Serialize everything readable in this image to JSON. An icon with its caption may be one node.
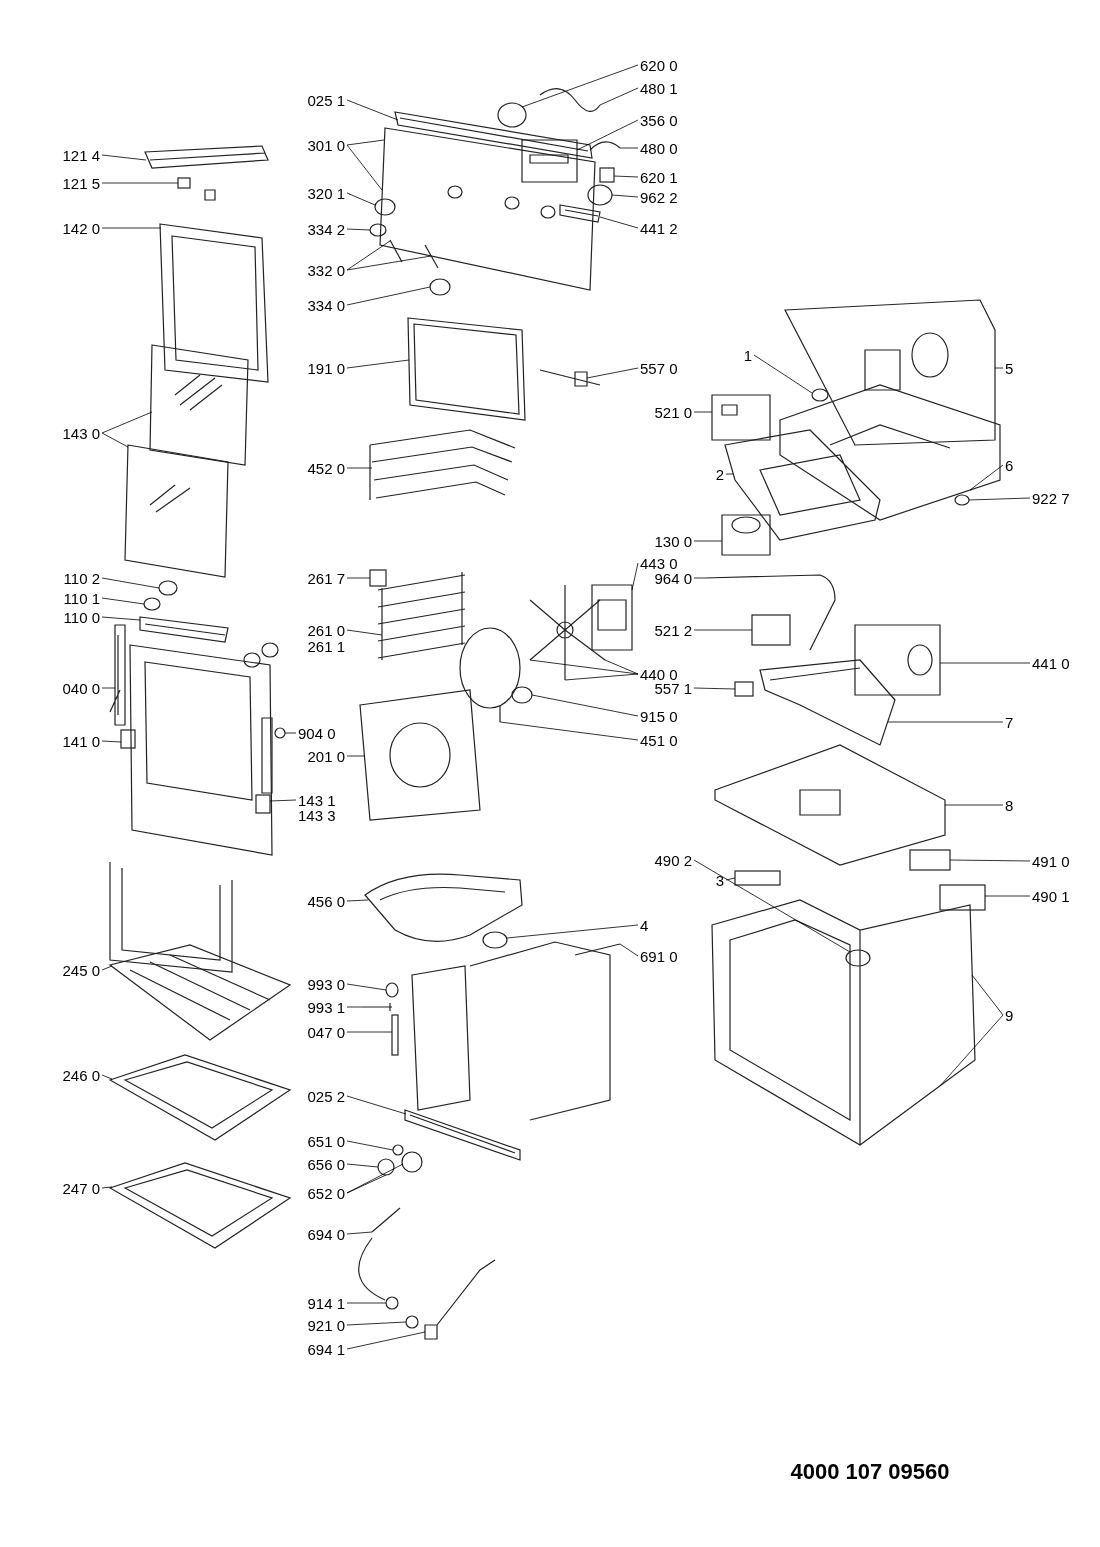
{
  "diagram": {
    "nodes": [
      {
        "text": [
          "121 4"
        ]
      },
      {
        "text": [
          "121 5"
        ]
      },
      {
        "text": [
          "142 0"
        ]
      },
      {
        "text": [
          "143 0"
        ]
      },
      {
        "text": [
          "110 2"
        ]
      },
      {
        "text": [
          "110 1"
        ]
      },
      {
        "text": [
          "110 0"
        ]
      },
      {
        "text": [
          "040 0"
        ]
      },
      {
        "text": [
          "141 0"
        ]
      },
      {
        "text": [
          "245 0"
        ]
      },
      {
        "text": [
          "246 0"
        ]
      },
      {
        "text": [
          "247 0"
        ]
      },
      {
        "text": [
          "025 1"
        ]
      },
      {
        "text": [
          "301 0"
        ]
      },
      {
        "text": [
          "320 1"
        ]
      },
      {
        "text": [
          "334 2"
        ]
      },
      {
        "text": [
          "332 0"
        ]
      },
      {
        "text": [
          "334 0"
        ]
      },
      {
        "text": [
          "191 0"
        ]
      },
      {
        "text": [
          "452 0"
        ]
      },
      {
        "text": [
          "261 7"
        ]
      },
      {
        "text": [
          "261 0"
        ]
      },
      {
        "text": [
          "904 0"
        ]
      },
      {
        "text": [
          "201 0"
        ]
      },
      {
        "text": [
          "143 1"
        ]
      },
      {
        "text": [
          "456 0"
        ]
      },
      {
        "text": [
          "993 0"
        ]
      },
      {
        "text": [
          "993 1"
        ]
      },
      {
        "text": [
          "047 0"
        ]
      },
      {
        "text": [
          "025 2"
        ]
      },
      {
        "text": [
          "651 0"
        ]
      },
      {
        "text": [
          "656 0"
        ]
      },
      {
        "text": [
          "652 0"
        ]
      },
      {
        "text": [
          "694 0"
        ]
      },
      {
        "text": [
          "914 1"
        ]
      },
      {
        "text": [
          "921 0"
        ]
      },
      {
        "text": [
          "694 1"
        ]
      },
      {
        "text": [
          "620 0"
        ]
      },
      {
        "text": [
          "480 1"
        ]
      },
      {
        "text": [
          "356 0"
        ]
      },
      {
        "text": [
          "480 0"
        ]
      },
      {
        "text": [
          "620 1"
        ]
      },
      {
        "text": [
          "962 2"
        ]
      },
      {
        "text": [
          "441 2"
        ]
      },
      {
        "text": [
          "557 0"
        ]
      },
      {
        "text": [
          "443 0"
        ]
      },
      {
        "text": [
          "440 0"
        ]
      },
      {
        "text": [
          "915 0"
        ]
      },
      {
        "text": [
          "451 0"
        ]
      },
      {
        "text": [
          "4"
        ]
      },
      {
        "text": [
          "691 0"
        ]
      },
      {
        "text": [
          "1"
        ]
      },
      {
        "text": [
          "521 0"
        ]
      },
      {
        "text": [
          "2"
        ]
      },
      {
        "text": [
          "130 0"
        ]
      },
      {
        "text": [
          "964 0"
        ]
      },
      {
        "text": [
          "521 2"
        ]
      },
      {
        "text": [
          "557 1"
        ]
      },
      {
        "text": [
          "490 2"
        ]
      },
      {
        "text": [
          "3"
        ]
      },
      {
        "text": [
          "5"
        ]
      },
      {
        "text": [
          "6"
        ]
      },
      {
        "text": [
          "922 7"
        ]
      },
      {
        "text": [
          "441 0"
        ]
      },
      {
        "text": [
          "7"
        ]
      },
      {
        "text": [
          "8"
        ]
      },
      {
        "text": [
          "491 0"
        ]
      },
      {
        "text": [
          "490 1"
        ]
      },
      {
        "text": [
          "9"
        ]
      },
      {
        "text": [],
        "shape": "picture"
      },
      {
        "text": [],
        "shape": "box"
      },
      {
        "text": [],
        "shape": "picture"
      },
      {
        "text": [],
        "shape": "picture"
      },
      {
        "text": [],
        "shape": "picture"
      },
      {
        "text": [],
        "shape": "circle"
      },
      {
        "text": [],
        "shape": "circle"
      },
      {
        "text": [],
        "shape": "picture"
      },
      {
        "text": [],
        "shape": "picture"
      },
      {
        "text": [],
        "shape": "box"
      },
      {
        "text": [],
        "shape": "picture"
      },
      {
        "text": [],
        "shape": "picture"
      },
      {
        "text": [],
        "shape": "picture"
      },
      {
        "text": [],
        "shape": "picture"
      },
      {
        "text": [],
        "shape": "picture"
      },
      {
        "text": [],
        "shape": "circle"
      },
      {
        "text": [],
        "shape": "circle"
      },
      {
        "text": [],
        "shape": "picture",
        "in": 83
      },
      {
        "text": [],
        "shape": "picture",
        "in": 83
      },
      {
        "text": [],
        "shape": "circle"
      },
      {
        "text": [],
        "shape": "picture"
      },
      {
        "text": [],
        "shape": "picture"
      },
      {
        "text": [],
        "shape": "box"
      },
      {
        "text": [],
        "shape": "picture"
      },
      {
        "text": [],
        "shape": "circle"
      },
      {
        "text": [],
        "shape": "picture"
      },
      {
        "text": [],
        "shape": "box"
      },
      {
        "text": [],
        "shape": "picture"
      },
      {
        "text": [],
        "shape": "circle"
      },
      {
        "text": [],
        "shape": "picture"
      },
      {
        "text": [],
        "shape": "box"
      },
      {
        "text": [],
        "shape": "picture"
      },
      {
        "text": [],
        "shape": "circle"
      },
      {
        "text": [],
        "shape": "circle"
      },
      {
        "text": [],
        "shape": "circle"
      },
      {
        "text": [],
        "shape": "picture"
      },
      {
        "text": [],
        "shape": "circle"
      },
      {
        "text": [],
        "shape": "circle"
      },
      {
        "text": [],
        "shape": "picture"
      },
      {
        "text": [],
        "shape": "circle"
      },
      {
        "text": [],
        "shape": "picture"
      },
      {
        "text": [],
        "shape": "picture",
        "in": 83
      },
      {
        "text": [],
        "shape": "picture"
      },
      {
        "text": [],
        "shape": "box"
      },
      {
        "text": [],
        "shape": "circle"
      },
      {
        "text": [],
        "shape": "picture"
      },
      {
        "text": [],
        "shape": "picture"
      },
      {
        "text": [],
        "shape": "picture"
      },
      {
        "text": [],
        "shape": "picture"
      },
      {
        "text": [],
        "shape": "circle"
      },
      {
        "text": [],
        "shape": "picture"
      },
      {
        "text": [],
        "shape": "circle"
      },
      {
        "text": [],
        "shape": "picture"
      },
      {
        "text": [],
        "shape": "circle"
      },
      {
        "text": [],
        "shape": "picture"
      },
      {
        "text": [],
        "shape": "picture"
      },
      {
        "text": [],
        "shape": "picture"
      },
      {
        "text": [],
        "shape": "picture"
      },
      {
        "text": [],
        "shape": "box",
        "in": 126
      },
      {
        "text": [],
        "shape": "box"
      },
      {
        "text": [],
        "shape": "circle",
        "in": 139
      },
      {
        "text": [],
        "shape": "box"
      },
      {
        "text": [],
        "shape": "picture"
      },
      {
        "text": [],
        "shape": "picture"
      },
      {
        "text": [],
        "shape": "circle",
        "in": 132
      },
      {
        "text": [],
        "shape": "picture"
      },
      {
        "text": [],
        "shape": "picture"
      },
      {
        "text": [],
        "shape": "picture"
      },
      {
        "text": [],
        "shape": "box"
      },
      {
        "text": [],
        "shape": "box"
      },
      {
        "text": [],
        "shape": "picture"
      }
    ],
    "edges": [
      {
        "from": 0,
        "to": 69,
        "arrow": "none"
      },
      {
        "from": 1,
        "to": 70,
        "arrow": "none"
      },
      {
        "from": 2,
        "to": 71,
        "arrow": "none"
      },
      {
        "from": 3,
        "to": 72,
        "arrow": "none"
      },
      {
        "from": 3,
        "to": 73,
        "arrow": "none"
      },
      {
        "from": 4,
        "to": 74,
        "arrow": "none"
      },
      {
        "from": 5,
        "to": 75,
        "arrow": "none"
      },
      {
        "from": 6,
        "to": 76,
        "arrow": "none"
      },
      {
        "from": 7,
        "to": 77,
        "arrow": "none"
      },
      {
        "from": 8,
        "to": 78,
        "arrow": "none"
      },
      {
        "from": 9,
        "to": 79,
        "arrow": "none"
      },
      {
        "from": 10,
        "to": 80,
        "arrow": "none"
      },
      {
        "from": 11,
        "to": 81,
        "arrow": "none"
      },
      {
        "from": 12,
        "to": 82,
        "arrow": "none"
      },
      {
        "from": 13,
        "to": 83,
        "arrow": "none"
      },
      {
        "from": 13,
        "to": 83,
        "arrow": "none"
      },
      {
        "from": 14,
        "to": 84,
        "arrow": "none"
      },
      {
        "from": 15,
        "to": 85,
        "arrow": "none"
      },
      {
        "from": 16,
        "to": 86,
        "arrow": "none"
      },
      {
        "from": 16,
        "to": 87,
        "arrow": "none"
      },
      {
        "from": 17,
        "to": 88,
        "arrow": "none"
      },
      {
        "from": 18,
        "to": 89,
        "arrow": "none"
      },
      {
        "from": 19,
        "to": 90,
        "arrow": "none"
      },
      {
        "from": 20,
        "to": 91,
        "arrow": "none"
      },
      {
        "from": 21,
        "to": 92,
        "arrow": "none"
      },
      {
        "from": 22,
        "to": 93,
        "arrow": "none"
      },
      {
        "from": 23,
        "to": 94,
        "arrow": "none"
      },
      {
        "from": 24,
        "to": 95,
        "arrow": "none"
      },
      {
        "from": 25,
        "to": 96,
        "arrow": "none"
      },
      {
        "from": 26,
        "to": 97,
        "arrow": "none"
      },
      {
        "from": 27,
        "to": 98,
        "arrow": "none"
      },
      {
        "from": 28,
        "to": 99,
        "arrow": "none"
      },
      {
        "from": 29,
        "to": 100,
        "arrow": "none"
      },
      {
        "from": 30,
        "to": 101,
        "arrow": "none"
      },
      {
        "from": 31,
        "to": 102,
        "arrow": "none"
      },
      {
        "from": 32,
        "to": 102,
        "arrow": "none"
      },
      {
        "from": 32,
        "to": 103,
        "arrow": "none"
      },
      {
        "from": 33,
        "to": 104,
        "arrow": "none"
      },
      {
        "from": 34,
        "to": 105,
        "arrow": "none"
      },
      {
        "from": 35,
        "to": 106,
        "arrow": "none"
      },
      {
        "from": 36,
        "to": 107,
        "arrow": "none"
      },
      {
        "from": 37,
        "to": 108,
        "arrow": "none"
      },
      {
        "from": 38,
        "to": 109,
        "arrow": "none"
      },
      {
        "from": 39,
        "to": 110,
        "arrow": "none"
      },
      {
        "from": 40,
        "to": 111,
        "arrow": "none"
      },
      {
        "from": 41,
        "to": 112,
        "arrow": "none"
      },
      {
        "from": 42,
        "to": 113,
        "arrow": "none"
      },
      {
        "from": 43,
        "to": 114,
        "arrow": "none"
      },
      {
        "from": 44,
        "to": 115,
        "arrow": "none"
      },
      {
        "from": 45,
        "to": 117,
        "arrow": "none"
      },
      {
        "from": 46,
        "to": 116,
        "arrow": "none"
      },
      {
        "from": 46,
        "to": 116,
        "arrow": "none"
      },
      {
        "from": 46,
        "to": 116,
        "arrow": "none"
      },
      {
        "from": 47,
        "to": 118,
        "arrow": "none"
      },
      {
        "from": 48,
        "to": 119,
        "arrow": "none"
      },
      {
        "from": 49,
        "to": 120,
        "arrow": "none"
      },
      {
        "from": 50,
        "to": 121,
        "arrow": "none"
      },
      {
        "from": 51,
        "to": 122,
        "arrow": "none"
      },
      {
        "from": 52,
        "to": 123,
        "arrow": "none"
      },
      {
        "from": 53,
        "to": 124,
        "arrow": "none"
      },
      {
        "from": 54,
        "to": 125,
        "arrow": "none"
      },
      {
        "from": 55,
        "to": 126,
        "arrow": "none"
      },
      {
        "from": 56,
        "to": 127,
        "arrow": "none"
      },
      {
        "from": 57,
        "to": 128,
        "arrow": "none"
      },
      {
        "from": 58,
        "to": 129,
        "arrow": "none"
      },
      {
        "from": 59,
        "to": 130,
        "arrow": "none"
      },
      {
        "from": 60,
        "to": 131,
        "arrow": "none"
      },
      {
        "from": 61,
        "to": 132,
        "arrow": "none"
      },
      {
        "from": 62,
        "to": 133,
        "arrow": "none"
      },
      {
        "from": 63,
        "to": 134,
        "arrow": "none"
      },
      {
        "from": 64,
        "to": 135,
        "arrow": "none"
      },
      {
        "from": 65,
        "to": 136,
        "arrow": "none"
      },
      {
        "from": 66,
        "to": 137,
        "arrow": "none"
      },
      {
        "from": 67,
        "to": 138,
        "arrow": "none"
      },
      {
        "from": 68,
        "to": 139,
        "arrow": "none"
      },
      {
        "from": 68,
        "to": 139,
        "arrow": "none"
      }
    ],
    "labels": [
      "261 1",
      "143 3",
      "4000 107 09560"
    ]
  }
}
